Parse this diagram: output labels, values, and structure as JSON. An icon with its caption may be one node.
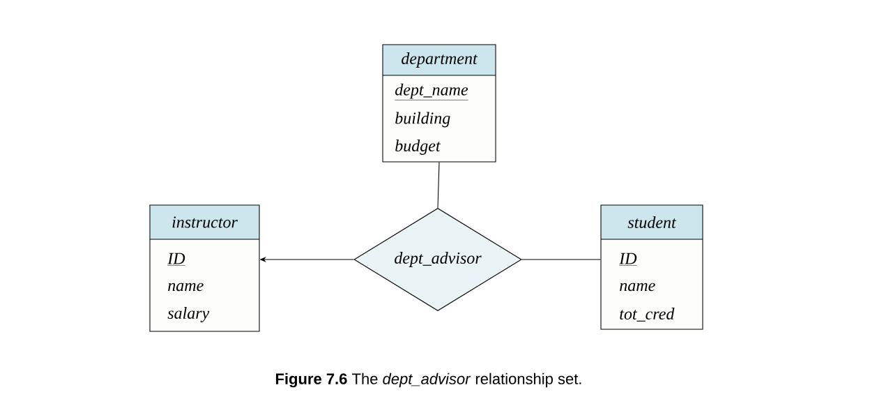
{
  "diagram": {
    "caption": "**Figure 7.6** The *dept_advisor* relationship set.",
    "nodes": [
      {
        "text": [
          "department",
          "dept_name",
          "building",
          "budget"
        ]
      },
      {
        "text": [
          "instructor",
          "ID",
          "name",
          "salary"
        ]
      },
      {
        "text": [
          "student",
          "ID",
          "name",
          "tot_cred"
        ]
      },
      {
        "text": [
          "dept_advisor"
        ]
      }
    ],
    "edges": [
      {
        "from": 3,
        "to": 1,
        "arrow": "to"
      },
      {
        "from": 0,
        "to": 3,
        "arrow": "none"
      },
      {
        "from": 3,
        "to": 2,
        "arrow": "none"
      }
    ]
  }
}
